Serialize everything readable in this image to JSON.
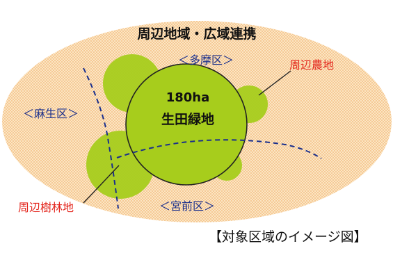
{
  "title": "周辺地域・広域連携",
  "green_area": {
    "size": "180ha",
    "name": "生田緑地"
  },
  "districts": {
    "tama": "＜多摩区＞",
    "asao": "＜麻生区＞",
    "miyamae": "＜宮前区＞"
  },
  "callouts": {
    "farmland": "周辺農地",
    "woodland": "周辺樹林地"
  },
  "caption": "【対象区域のイメージ図】",
  "colors": {
    "region_fill": "#f9d9a7",
    "green": "#a7cd1c",
    "main_area_outline": "#222222",
    "district_text": "#1a2f8c",
    "boundary_line": "#1a2f8c",
    "callout_text": "#e3241b",
    "title_text": "#111111"
  }
}
